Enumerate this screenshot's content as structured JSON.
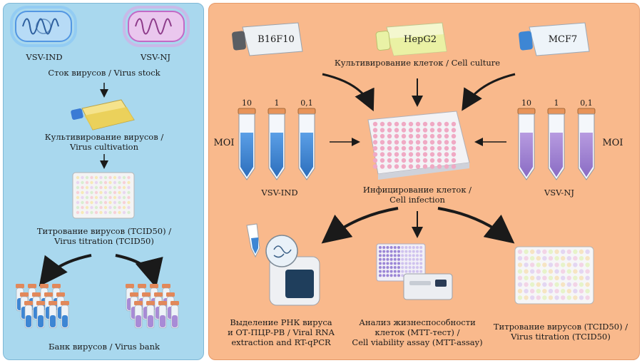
{
  "left": {
    "virus_ind": "VSV-IND",
    "virus_nj": "VSV-NJ",
    "virus_stock": "Сток вирусов / Virus stock",
    "cultivation_1": "Культивирование вирусов /",
    "cultivation_2": "Virus cultivation",
    "titration_1": "Титрование вирусов (TCID50) /",
    "titration_2": "Virus titration (TCID50)",
    "bank": "Банк вирусов / Virus bank"
  },
  "right": {
    "flask_1": "B16F10",
    "flask_2": "HepG2",
    "flask_3": "MCF7",
    "cell_culture": "Культивирование клеток / Cell culture",
    "moi_values": [
      "10",
      "1",
      "0,1"
    ],
    "moi_label": "MOI",
    "tubes_left_label": "VSV-IND",
    "tubes_right_label": "VSV-NJ",
    "infection_1": "Инфицирование клеток /",
    "infection_2": "Cell infection",
    "rna_1": "Выделение РНК вируса",
    "rna_2": "и ОТ-ПЦР-РВ / Viral RNA",
    "rna_3": "extraction and RT-qPCR",
    "mtt_1": "Анализ жизнеспособности",
    "mtt_2": "клеток (МТТ-тест) /",
    "mtt_3": "Cell viability assay (MTT-assay)",
    "titr_1": "Титрование вирусов (TCID50) /",
    "titr_2": "Virus titration (TCID50)"
  },
  "colors": {
    "left_bg": "#a9d8ee",
    "right_bg": "#f9b98c",
    "vsv_ind": "#3d86d4",
    "vsv_nj": "#a88bd6"
  }
}
